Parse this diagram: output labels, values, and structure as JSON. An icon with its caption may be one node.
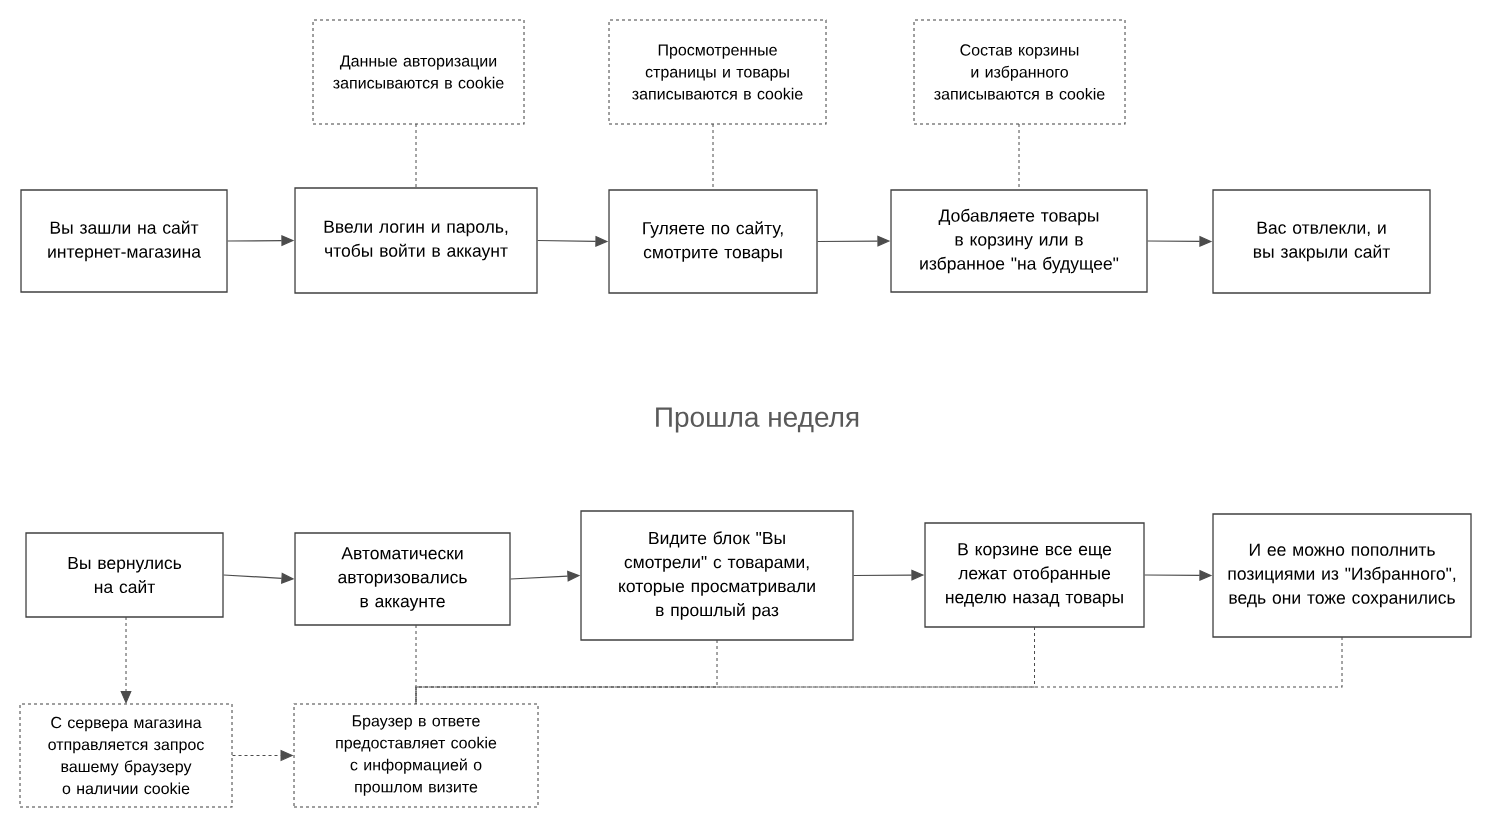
{
  "diagram": {
    "nodes": [
      {
        "text": [
          "Данные авторизации записываются в cookie"
        ]
      },
      {
        "text": [
          "Просмотренные страницы и товары записываются в cookie"
        ]
      },
      {
        "text": [
          "Состав корзины и избранного записываются в cookie"
        ]
      },
      {
        "text": [
          "Вы зашли на сайт интернет-магазина"
        ]
      },
      {
        "text": [
          "Ввели логин и пароль, чтобы войти в аккаунт"
        ]
      },
      {
        "text": [
          "Гуляете по сайту, смотрите товары"
        ]
      },
      {
        "text": [
          "Добавляете товары в корзину или в избранное \"на будущее\""
        ]
      },
      {
        "text": [
          "Вас отвлекли, и вы закрыли сайт"
        ]
      },
      {
        "text": [
          "Вы вернулись на сайт"
        ]
      },
      {
        "text": [
          "Автоматически авторизовались в аккаунте"
        ]
      },
      {
        "text": [
          "Видите блок \"Вы смотрели\" с товарами, которые просматривали в прошлый раз"
        ]
      },
      {
        "text": [
          "В корзине все еще лежат отобранные неделю назад товары"
        ]
      },
      {
        "text": [
          "И ее можно пополнить позициями из \"Избранного\", ведь они тоже сохранились"
        ]
      },
      {
        "text": [
          "С сервера магазина отправляется запрос вашему браузеру о наличии cookie"
        ]
      },
      {
        "text": [
          "Браузер в ответе предоставляет cookie с информацией о прошлом визите"
        ]
      }
    ],
    "edges": [
      {
        "from": 3,
        "to": 4,
        "arrow": "to"
      },
      {
        "from": 4,
        "to": 5,
        "arrow": "to"
      },
      {
        "from": 5,
        "to": 6,
        "arrow": "to"
      },
      {
        "from": 6,
        "to": 7,
        "arrow": "to"
      },
      {
        "from": 0,
        "to": 4,
        "arrow": "none",
        "style": "dashed"
      },
      {
        "from": 1,
        "to": 5,
        "arrow": "none",
        "style": "dashed"
      },
      {
        "from": 2,
        "to": 6,
        "arrow": "none",
        "style": "dashed"
      },
      {
        "from": 8,
        "to": 9,
        "arrow": "to"
      },
      {
        "from": 9,
        "to": 10,
        "arrow": "to"
      },
      {
        "from": 10,
        "to": 11,
        "arrow": "to"
      },
      {
        "from": 11,
        "to": 12,
        "arrow": "to"
      },
      {
        "from": 8,
        "to": 13,
        "arrow": "to",
        "style": "dashed"
      },
      {
        "from": 13,
        "to": 14,
        "arrow": "to",
        "style": "dashed"
      },
      {
        "from": 9,
        "to": 14,
        "arrow": "none",
        "style": "dashed"
      },
      {
        "from": 10,
        "to": 14,
        "arrow": "none",
        "style": "dashed"
      },
      {
        "from": 11,
        "to": 14,
        "arrow": "none",
        "style": "dashed"
      },
      {
        "from": 12,
        "to": 14,
        "arrow": "none",
        "style": "dashed"
      }
    ],
    "labels": [
      "Прошла неделя"
    ]
  }
}
